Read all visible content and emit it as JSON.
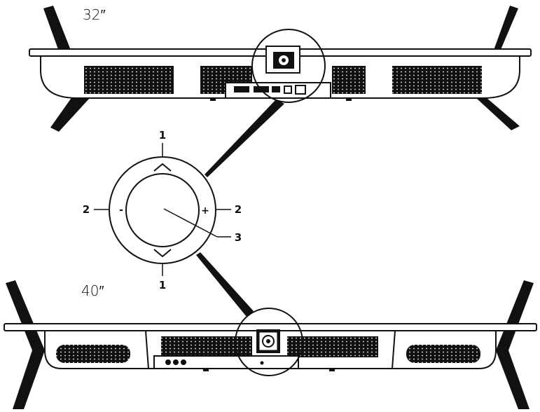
{
  "models": {
    "top": "32″",
    "bottom": "40″"
  },
  "joystick": {
    "callout_up": "1",
    "callout_down": "1",
    "callout_left": "2",
    "callout_right": "2",
    "callout_center": "3",
    "minus_symbol": "-",
    "plus_symbol": "+"
  },
  "icons": {
    "up": "chevron-up-icon",
    "down": "chevron-down-icon"
  },
  "colors": {
    "line": "#111111",
    "vent": "#111111",
    "background": "#ffffff"
  }
}
